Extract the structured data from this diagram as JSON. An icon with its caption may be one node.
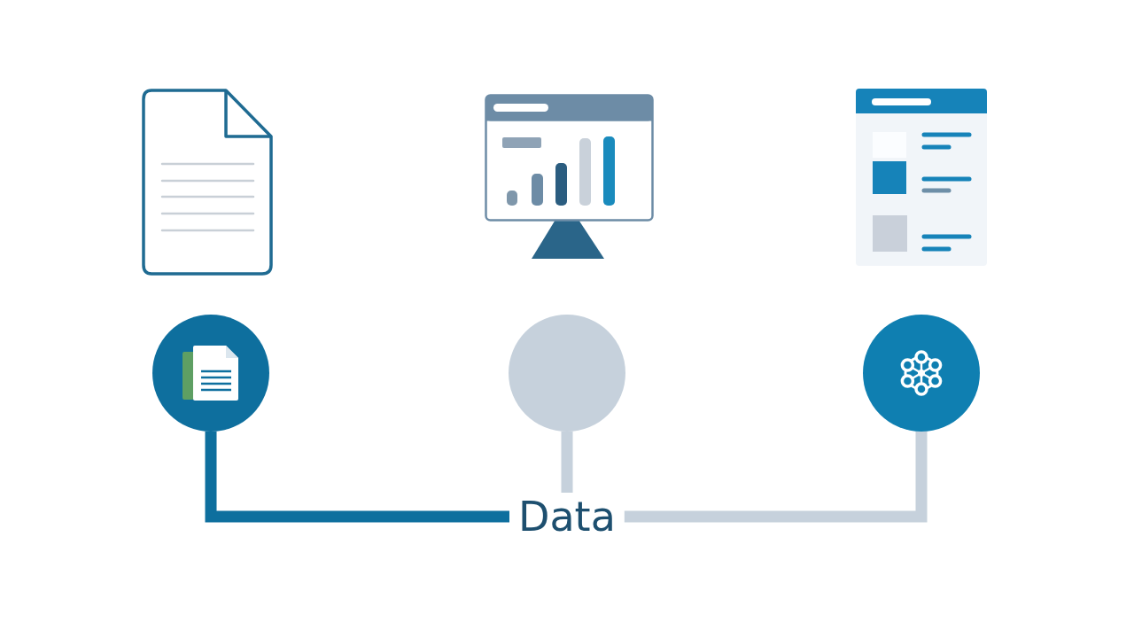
{
  "diagram": {
    "nodes": [
      {
        "text": [],
        "shape": "circle"
      },
      {
        "text": [],
        "shape": "circle"
      },
      {
        "text": [],
        "shape": "circle"
      },
      {
        "text": [
          "Data"
        ]
      }
    ],
    "edges": [
      {
        "from": 0,
        "to": 3,
        "arrow": "none",
        "color": "#0e6f9e"
      },
      {
        "from": 1,
        "to": 3,
        "arrow": "none"
      },
      {
        "from": 2,
        "to": 3,
        "arrow": "none"
      }
    ]
  }
}
